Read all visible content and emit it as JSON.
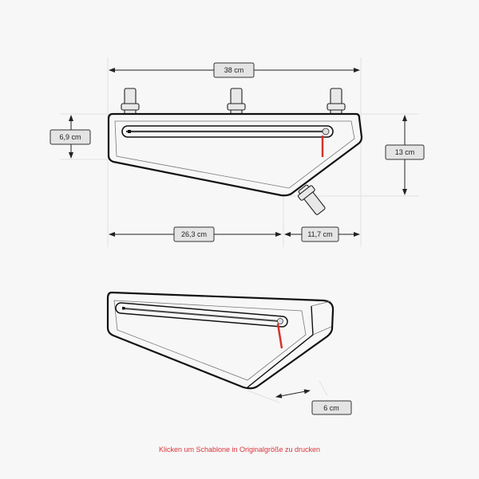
{
  "dimensions": {
    "length_top": "38 cm",
    "height_front": "6,9 cm",
    "height_total": "13 cm",
    "length_bottom": "26,3 cm",
    "length_angled": "11,7 cm",
    "width": "6 cm"
  },
  "print_link": "Klicken um Schablone in Originalgröße zu drucken",
  "colors": {
    "accent": "#d9363e",
    "zipper_pull": "#d8322a"
  }
}
